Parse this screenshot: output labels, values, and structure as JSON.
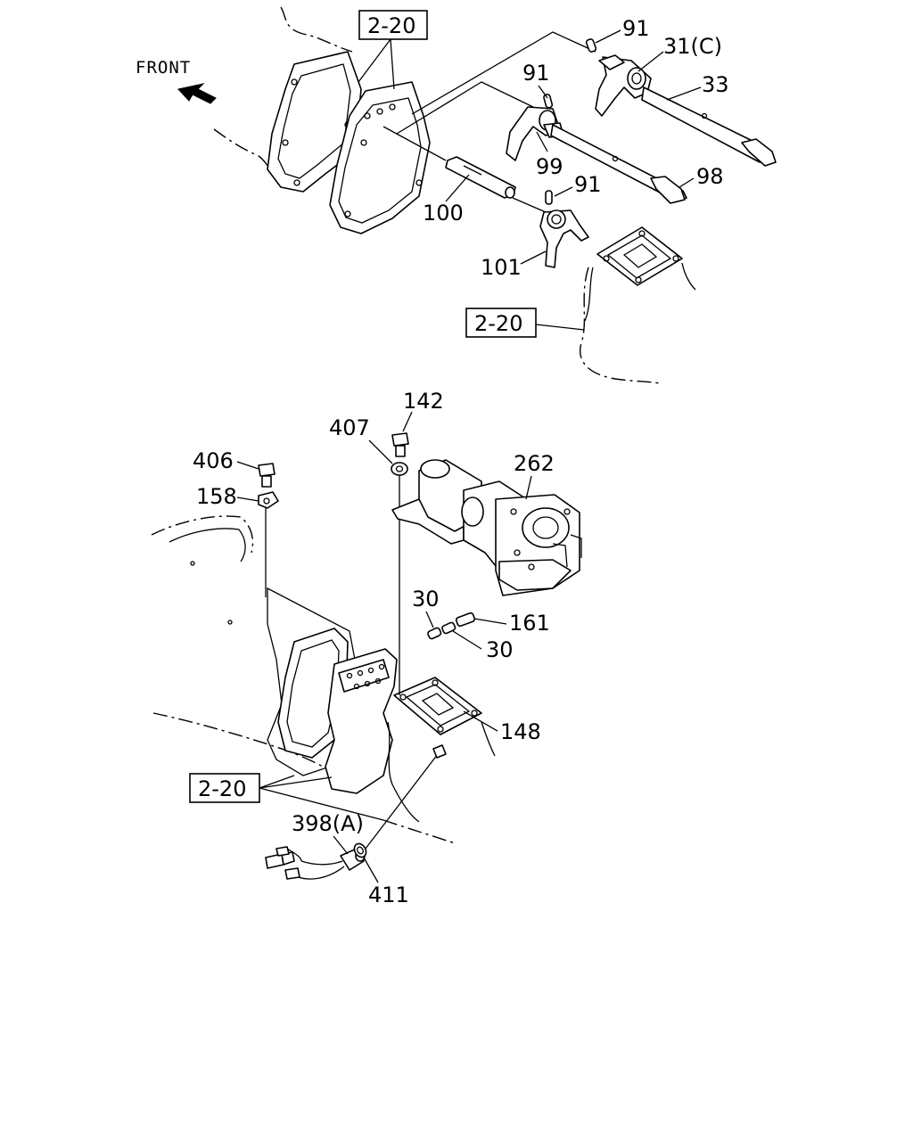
{
  "front_label": "FRONT",
  "ref_label": "2-20",
  "callouts": {
    "p91a": "91",
    "p91b": "91",
    "p91c": "91",
    "p31c": "31(C)",
    "p33": "33",
    "p99": "99",
    "p98": "98",
    "p100": "100",
    "p101": "101",
    "p142": "142",
    "p407": "407",
    "p406": "406",
    "p158": "158",
    "p262": "262",
    "p30a": "30",
    "p161": "161",
    "p30b": "30",
    "p148": "148",
    "p398a": "398(A)",
    "p411": "411"
  },
  "icons": {
    "front_arrow": "left-up-arrow-icon"
  }
}
